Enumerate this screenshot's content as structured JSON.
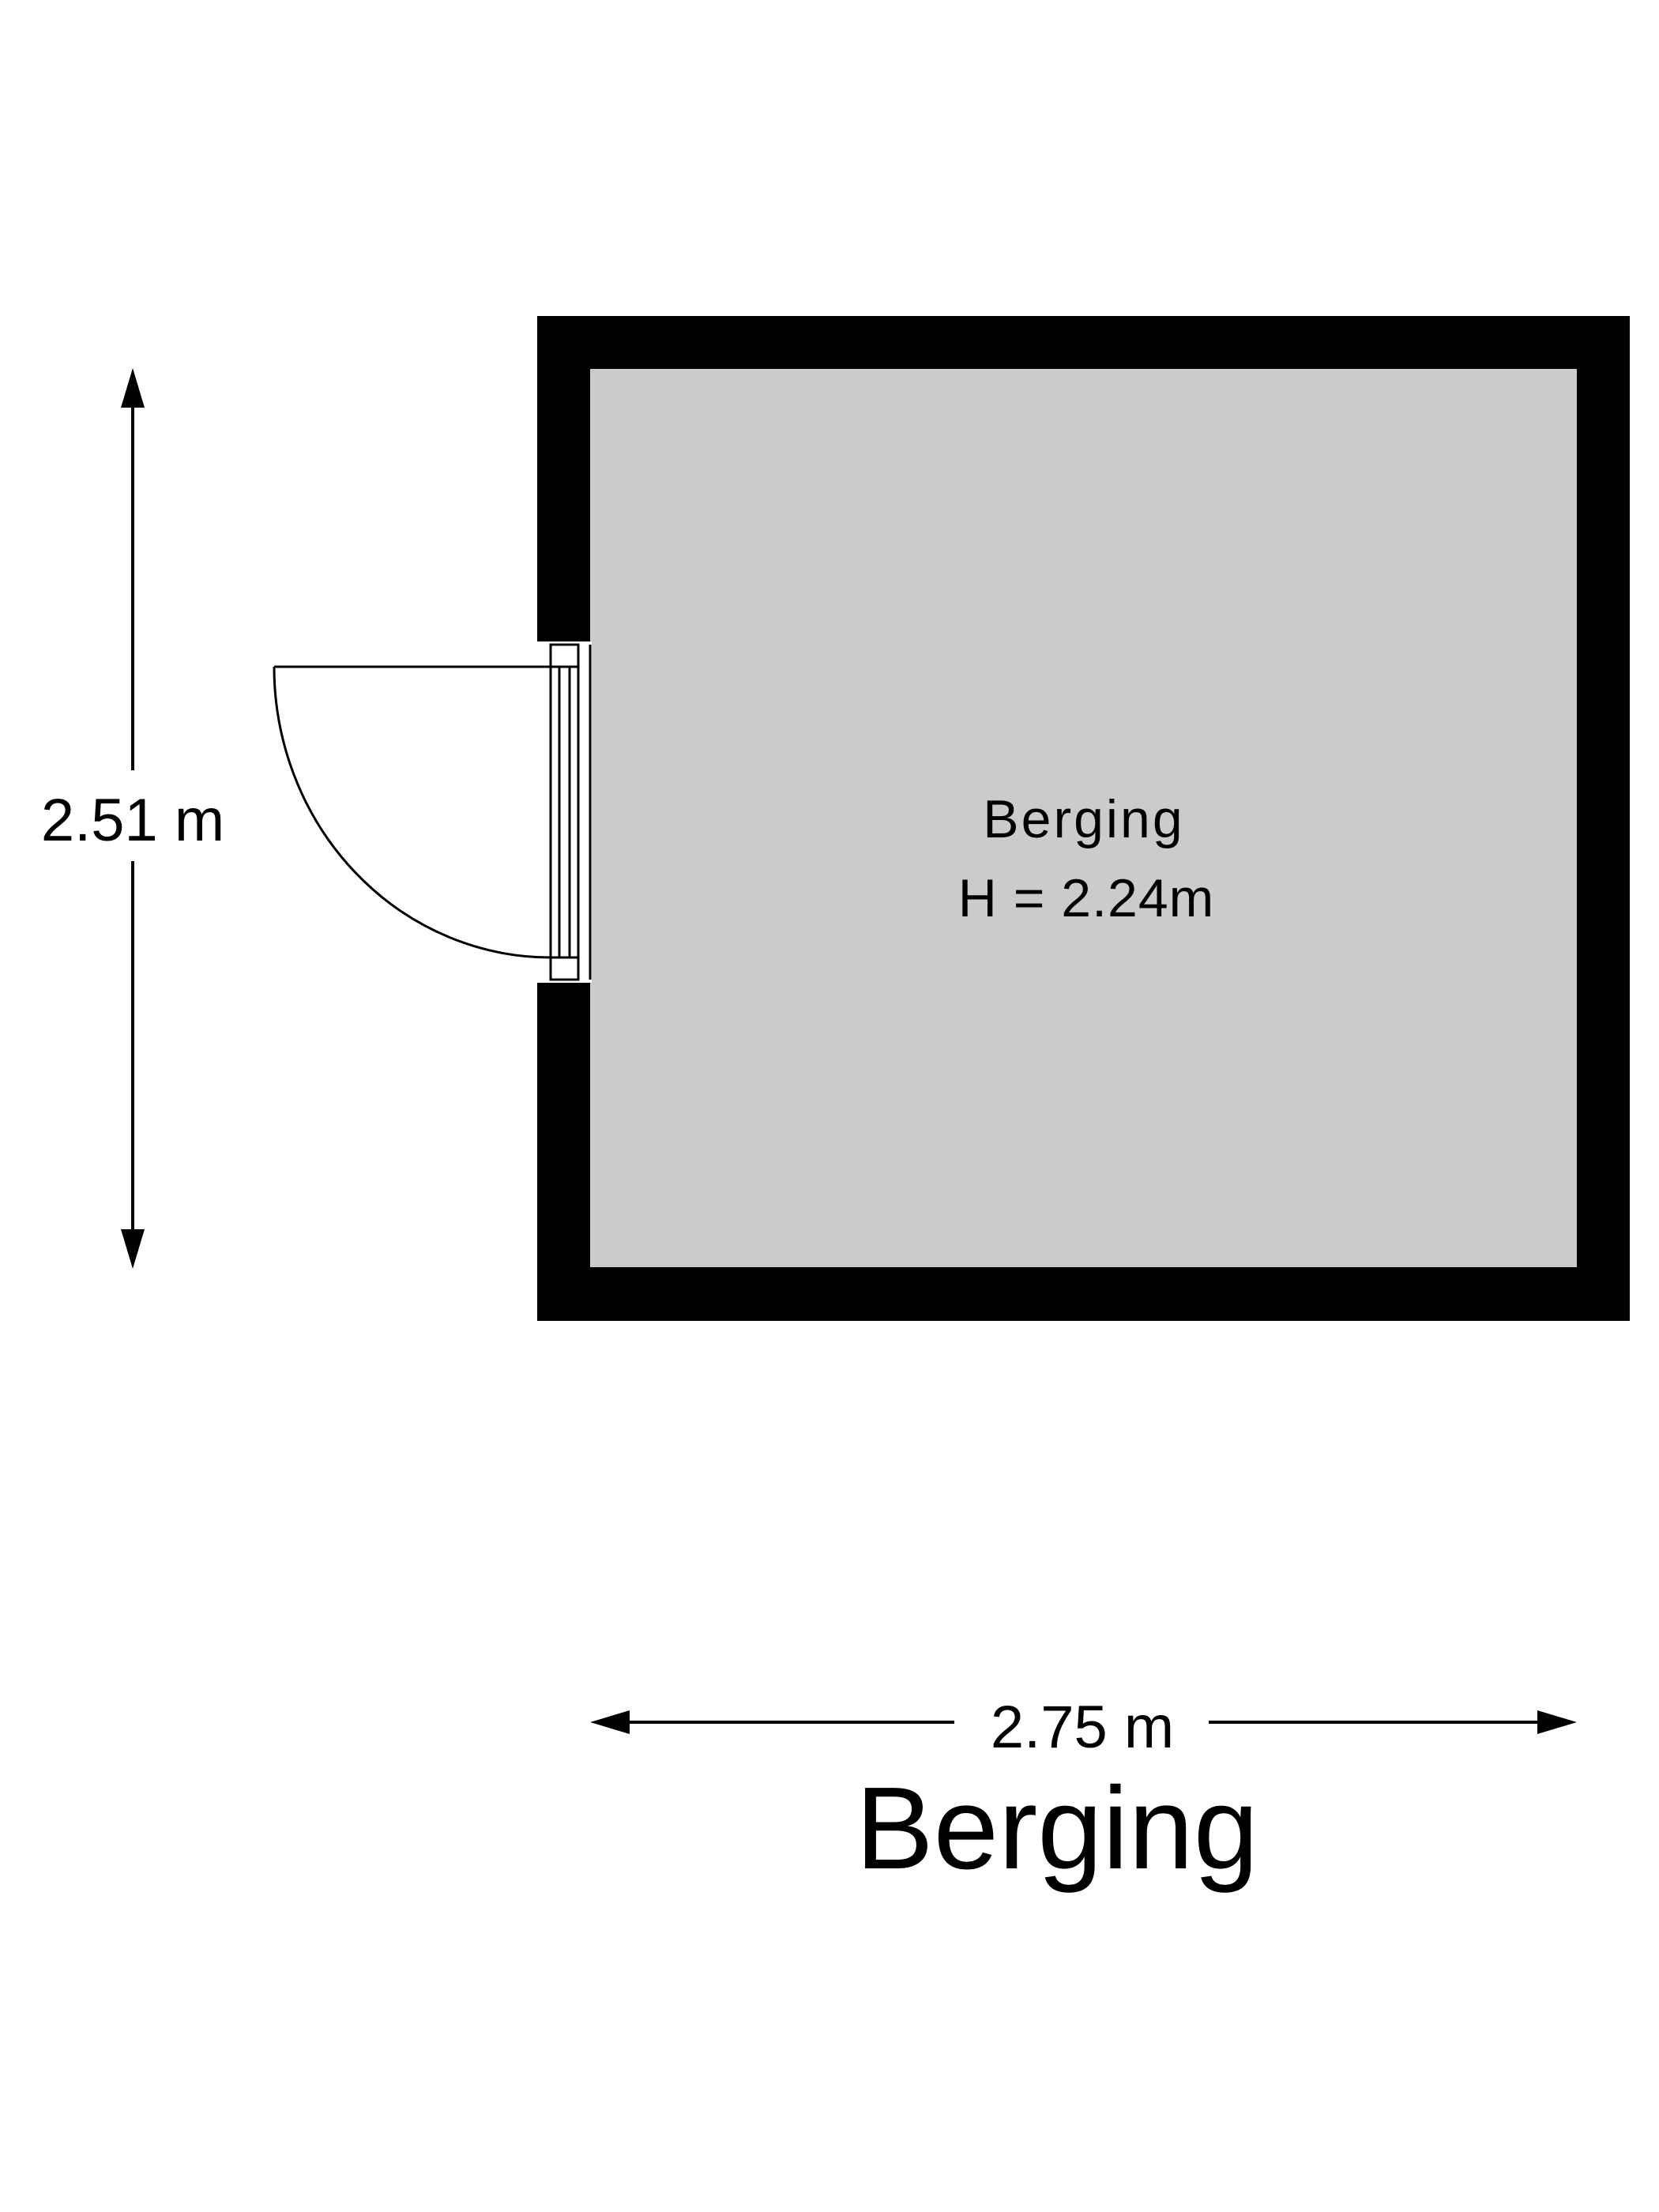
{
  "room": {
    "name": "Berging",
    "height": "H = 2.24m"
  },
  "dimensions": {
    "height": "2.51 m",
    "width": "2.75 m"
  },
  "title": "Berging",
  "colors": {
    "wall": "#000000",
    "floor": "#cbcbcb",
    "background": "#ffffff",
    "line": "#000000"
  }
}
